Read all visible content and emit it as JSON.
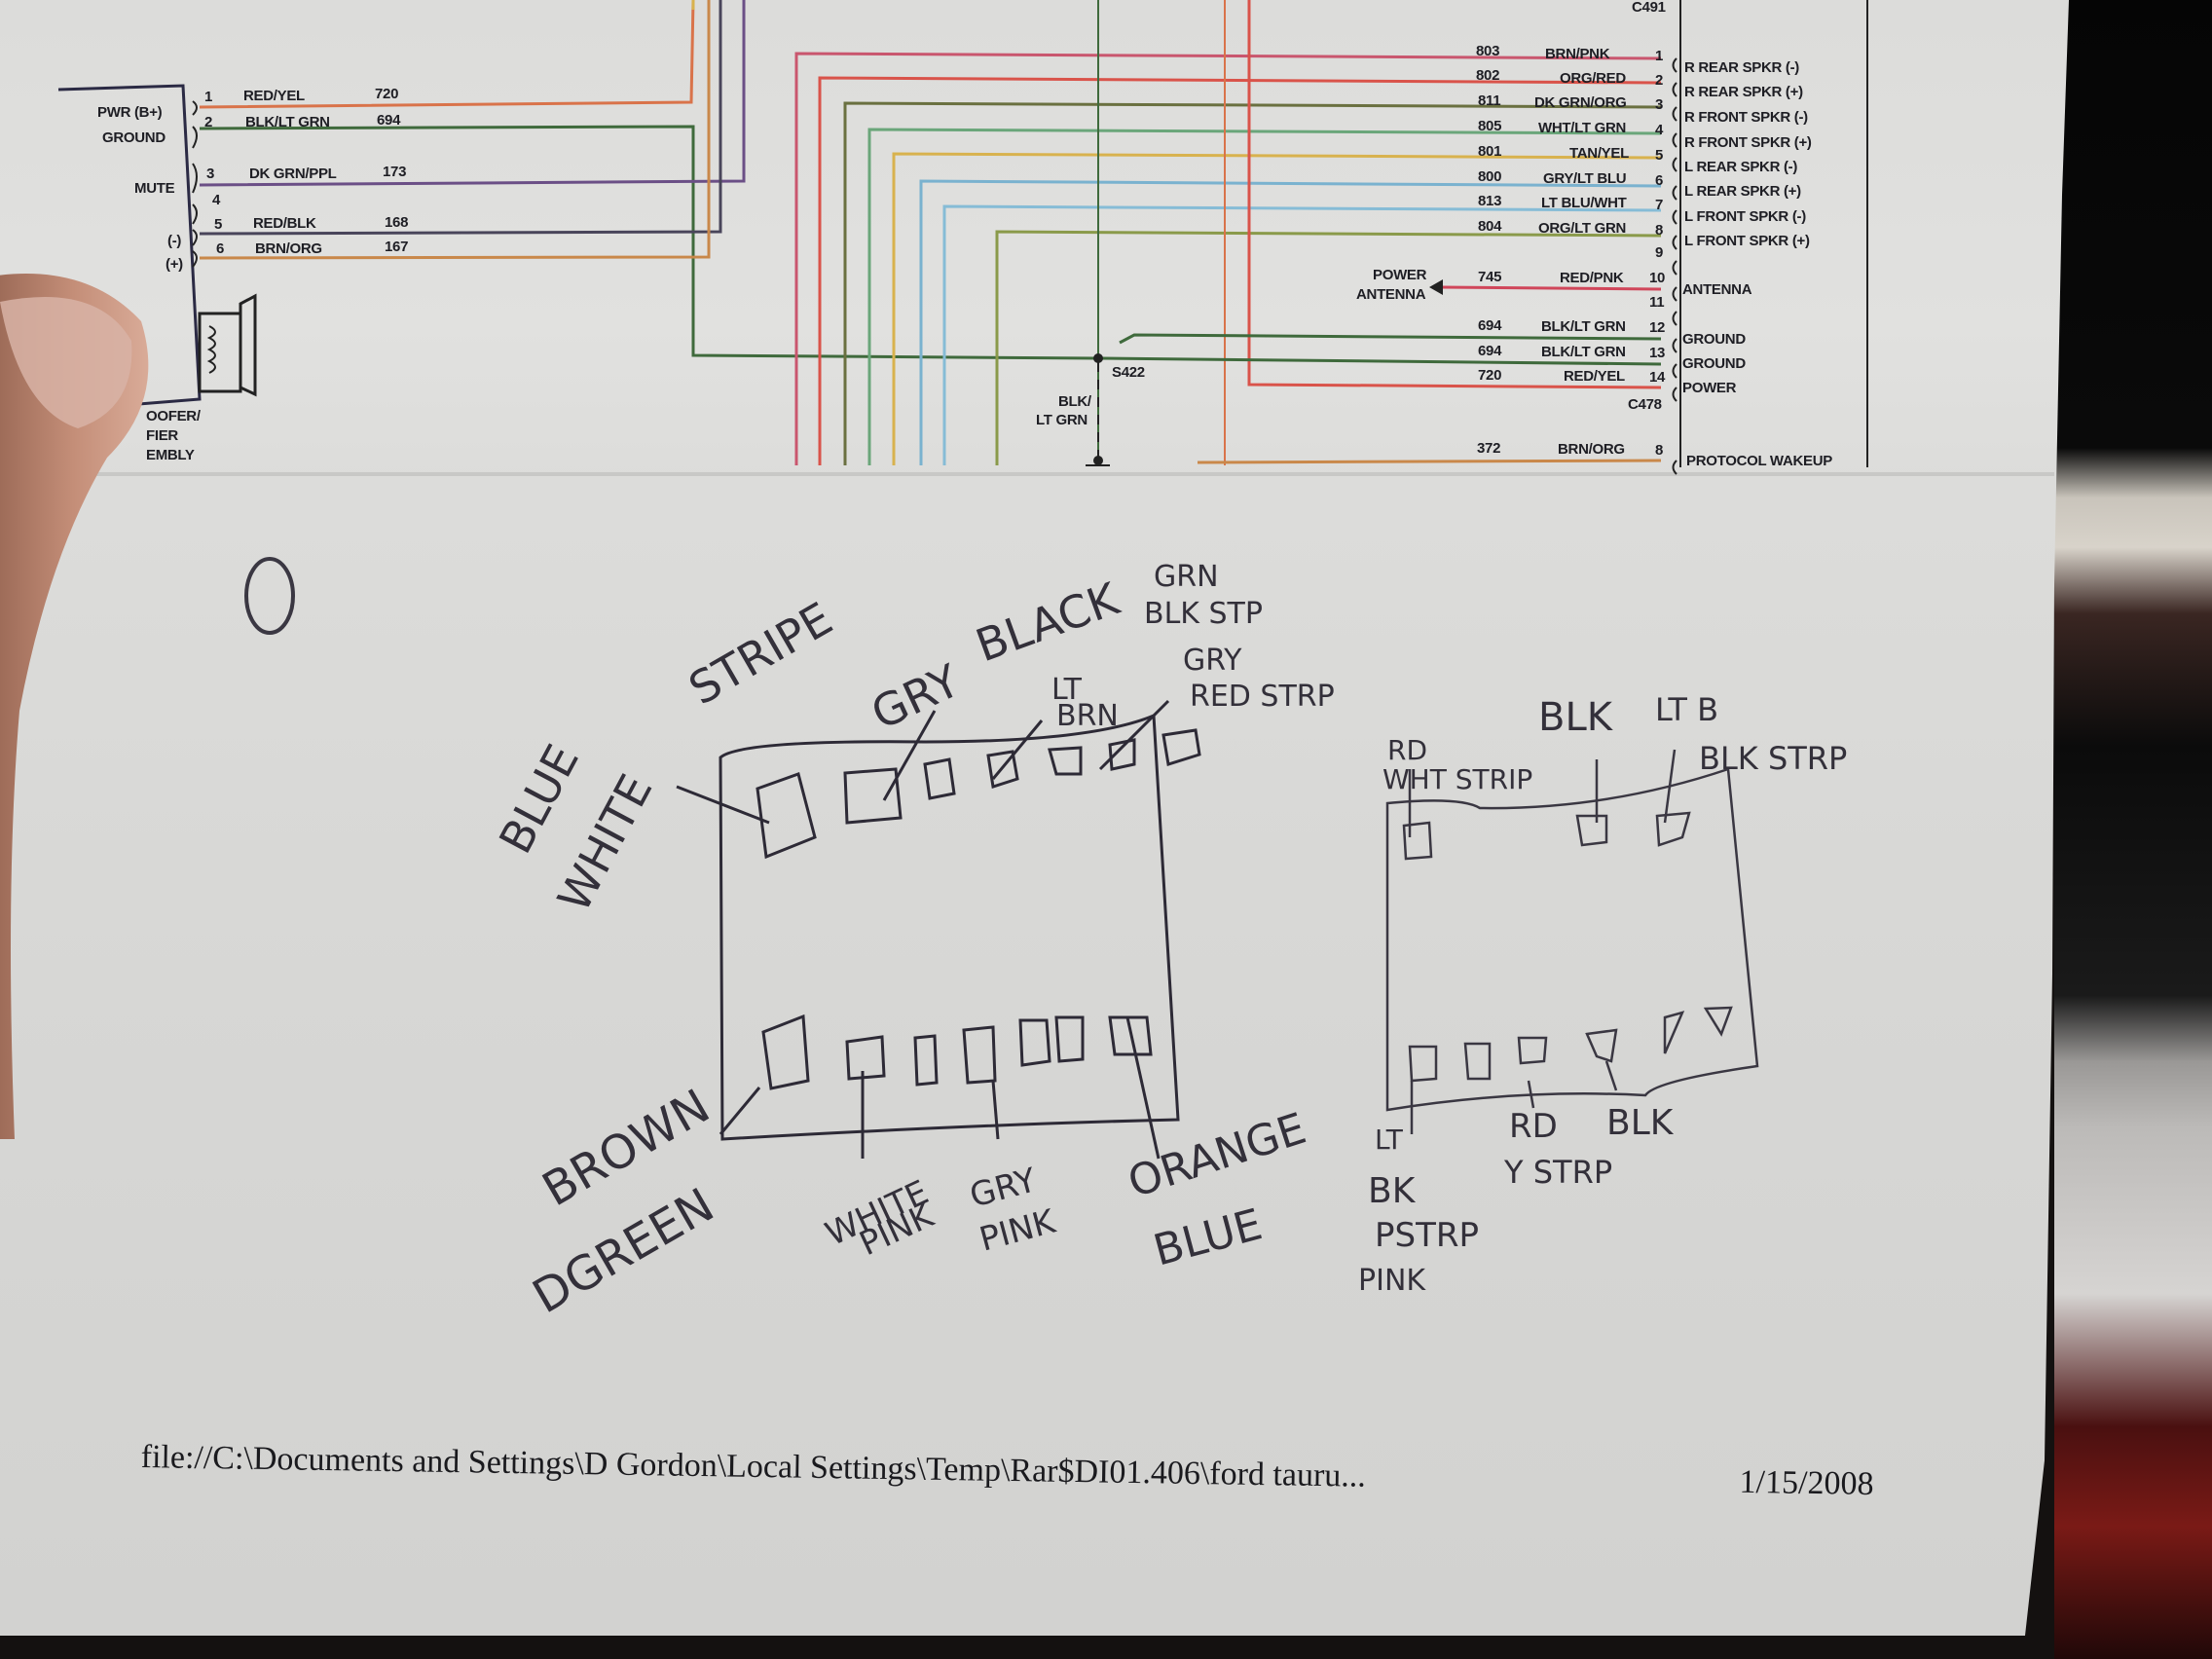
{
  "printed_diagram": {
    "left_component": {
      "pins": [
        {
          "num": "1",
          "wire": "RED/YEL",
          "circuit": "720",
          "function": "PWR (B+)",
          "color": "#d9734a"
        },
        {
          "num": "2",
          "wire": "BLK/LT GRN",
          "circuit": "694",
          "function": "GROUND",
          "color": "#3f6a3c"
        },
        {
          "num": "3",
          "wire": "DK GRN/PPL",
          "circuit": "173",
          "function": "MUTE",
          "color": "#6b4f86"
        },
        {
          "num": "4",
          "wire": "",
          "circuit": "",
          "function": "",
          "color": ""
        },
        {
          "num": "5",
          "wire": "RED/BLK",
          "circuit": "168",
          "function": "(-)",
          "color": "#7a3a3e"
        },
        {
          "num": "6",
          "wire": "BRN/ORG",
          "circuit": "167",
          "function": "(+)",
          "color": "#c9884a"
        }
      ],
      "label_partial": [
        "OOFER/",
        "FIER",
        "EMBLY"
      ]
    },
    "right_component": {
      "connector_top": "C491",
      "connector_bottom": "C478",
      "pins": [
        {
          "num": "1",
          "circuit": "803",
          "wire": "BRN/PNK",
          "function": "R REAR SPKR (-)",
          "color": "#c9566e"
        },
        {
          "num": "2",
          "circuit": "802",
          "wire": "ORG/RED",
          "function": "R REAR SPKR (+)",
          "color": "#d9534a"
        },
        {
          "num": "3",
          "circuit": "811",
          "wire": "DK GRN/ORG",
          "function": "R FRONT SPKR (-)",
          "color": "#6a7040"
        },
        {
          "num": "4",
          "circuit": "805",
          "wire": "WHT/LT GRN",
          "function": "R FRONT SPKR (+)",
          "color": "#6aa67a"
        },
        {
          "num": "5",
          "circuit": "801",
          "wire": "TAN/YEL",
          "function": "L REAR SPKR (-)",
          "color": "#d8b24e"
        },
        {
          "num": "6",
          "circuit": "800",
          "wire": "GRY/LT BLU",
          "function": "L REAR SPKR (+)",
          "color": "#7ab2cf"
        },
        {
          "num": "7",
          "circuit": "813",
          "wire": "LT BLU/WHT",
          "function": "L FRONT SPKR (-)",
          "color": "#86bcd6"
        },
        {
          "num": "8",
          "circuit": "804",
          "wire": "ORG/LT GRN",
          "function": "L FRONT SPKR (+)",
          "color": "#8a9a4a"
        },
        {
          "num": "9",
          "circuit": "",
          "wire": "",
          "function": "",
          "color": ""
        },
        {
          "num": "10",
          "circuit": "745",
          "wire": "RED/PNK",
          "function": "ANTENNA",
          "color": "#d0465a"
        },
        {
          "num": "11",
          "circuit": "",
          "wire": "",
          "function": "",
          "color": ""
        },
        {
          "num": "12",
          "circuit": "694",
          "wire": "BLK/LT GRN",
          "function": "GROUND",
          "color": "#3f6a3c"
        },
        {
          "num": "13",
          "circuit": "694",
          "wire": "BLK/LT GRN",
          "function": "GROUND",
          "color": "#3f6a3c"
        },
        {
          "num": "14",
          "circuit": "720",
          "wire": "RED/YEL",
          "function": "POWER",
          "color": "#d9734a"
        }
      ],
      "protocol": {
        "num": "8",
        "circuit": "372",
        "wire": "BRN/ORG",
        "function": "PROTOCOL WAKEUP",
        "color": "#c9884a"
      }
    },
    "power_antenna_label": [
      "POWER",
      "ANTENNA"
    ],
    "splice": {
      "id": "S422",
      "wire_label": [
        "BLK/",
        "LT GRN"
      ]
    }
  },
  "handwritten_notes": {
    "mark": "0",
    "left_connector": {
      "top_labels": [
        "BLUE",
        "WHITE",
        "STRIPE",
        "GRY",
        "BLACK",
        "LT",
        "BRN",
        "GRN",
        "BLK STP",
        "GRY",
        "RED STRP"
      ],
      "bottom_labels": [
        "BROWN",
        "DGREEN",
        "WHITE",
        "PINK",
        "GRY",
        "PINK",
        "ORANGE",
        "BLUE"
      ]
    },
    "right_connector": {
      "top_labels": [
        "RD",
        "WHT STRIP",
        "BLK",
        "LT B",
        "BLK STRP"
      ],
      "bottom_labels": [
        "LT",
        "BK",
        "PSTRP",
        "PINK",
        "RD",
        "Y STRP",
        "BLK"
      ]
    }
  },
  "footer": {
    "path": "file://C:\\Documents and Settings\\D Gordon\\Local Settings\\Temp\\Rar$DI01.406\\ford tauru...",
    "date": "1/15/2008"
  }
}
